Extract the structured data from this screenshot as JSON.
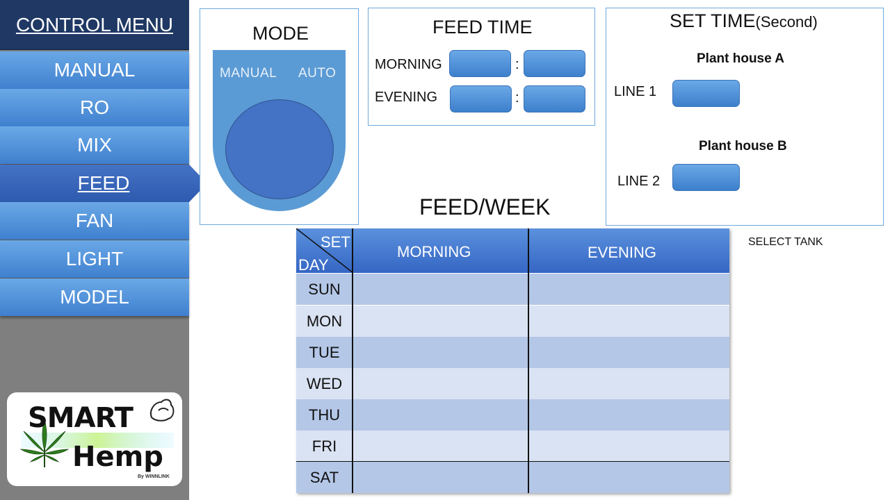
{
  "sidebar": {
    "title": "CONTROL MENU",
    "items": [
      {
        "label": "MANUAL"
      },
      {
        "label": "RO"
      },
      {
        "label": "MIX"
      },
      {
        "label": "FEED"
      },
      {
        "label": "FAN"
      },
      {
        "label": "LIGHT"
      },
      {
        "label": "MODEL"
      }
    ],
    "active_item": "FEED"
  },
  "logo": {
    "line1": "SMART",
    "line2": "Hemp",
    "byline": "By WINNLINK"
  },
  "mode_panel": {
    "title": "MODE",
    "option_manual": "MANUAL",
    "option_auto": "AUTO"
  },
  "feed_time": {
    "title": "FEED TIME",
    "morning_label": "MORNING",
    "evening_label": "EVENING",
    "separator": ":"
  },
  "set_time": {
    "title": "SET TIME",
    "unit": "(Second)",
    "house_a": "Plant house A",
    "line1": "LINE 1",
    "house_b": "Plant house B",
    "line2": "LINE 2"
  },
  "feed_week": {
    "title": "FEED/WEEK",
    "select_tank": "SELECT TANK",
    "corner_set": "SET",
    "corner_day": "DAY",
    "col_morning": "MORNING",
    "col_evening": "EVENING",
    "days": [
      "SUN",
      "MON",
      "TUE",
      "WED",
      "THU",
      "FRI",
      "SAT"
    ]
  },
  "colors": {
    "sidebar_bg": "#7f7f7f",
    "menu_title_bg": "#1f3864",
    "menu_item": "#5b9bd5",
    "menu_active": "#4472c4",
    "panel_border": "#6fa8dc",
    "row_dark": "#b4c7e7",
    "row_light": "#dae3f3"
  }
}
